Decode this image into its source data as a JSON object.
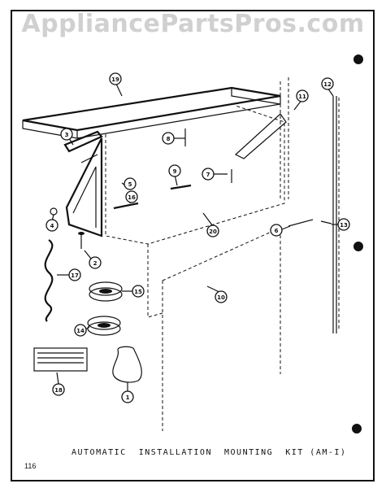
{
  "watermark": "AppliancePartsPros.com",
  "caption": "AUTOMATIC  INSTALLATION  MOUNTING  KIT (AM-I)",
  "page_number": "116",
  "callouts": [
    "19",
    "11",
    "12",
    "3",
    "8",
    "9",
    "7",
    "5",
    "16",
    "4",
    "20",
    "6",
    "13",
    "2",
    "17",
    "15",
    "10",
    "14",
    "18",
    "1"
  ]
}
